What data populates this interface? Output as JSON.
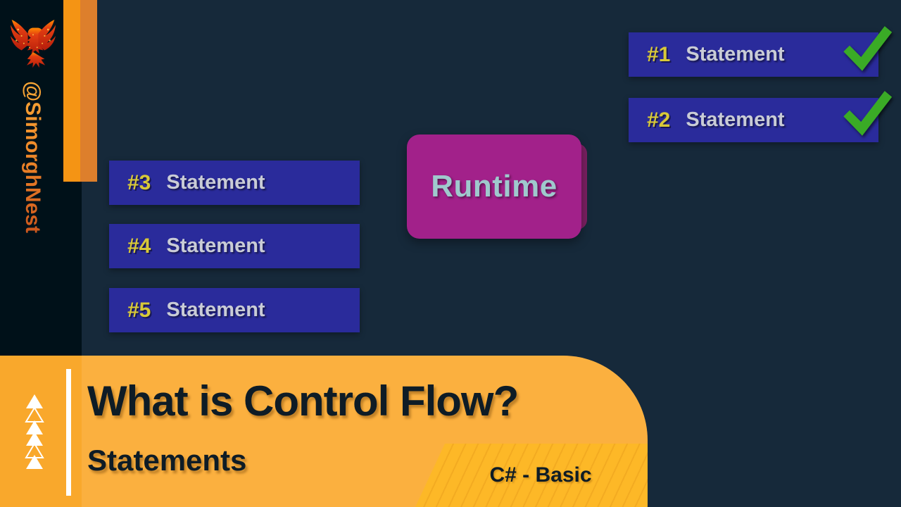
{
  "brand": {
    "logo_icon": "phoenix-icon",
    "handle": "@SimorghNest",
    "handle_color": "#f08a2a"
  },
  "accents": {
    "bar_primary": "#f59414",
    "bar_secondary": "#dd7f2c",
    "background": "#16293a",
    "brand_column": "#001119"
  },
  "runtime": {
    "label": "Runtime",
    "box_color": "#a2218a",
    "text_color": "#9fc9cd"
  },
  "statements": {
    "executed": [
      {
        "num": "#1",
        "label": "Statement",
        "check_icon": "check-icon"
      },
      {
        "num": "#2",
        "label": "Statement",
        "check_icon": "check-icon"
      }
    ],
    "pending": [
      {
        "num": "#3",
        "label": "Statement"
      },
      {
        "num": "#4",
        "label": "Statement"
      },
      {
        "num": "#5",
        "label": "Statement"
      }
    ],
    "box_color": "#2a2b9b",
    "num_color": "#d8c938",
    "label_color": "#c9ccd6",
    "check_color": "#3aab26"
  },
  "footer": {
    "title": "What is Control Flow?",
    "subtitle": "Statements",
    "tag": "C# - Basic",
    "bar_color": "#fbb03f",
    "tag_color": "#fdb827",
    "text_color": "#0e1c26",
    "marker_icon": "triangle-stack-icon"
  }
}
